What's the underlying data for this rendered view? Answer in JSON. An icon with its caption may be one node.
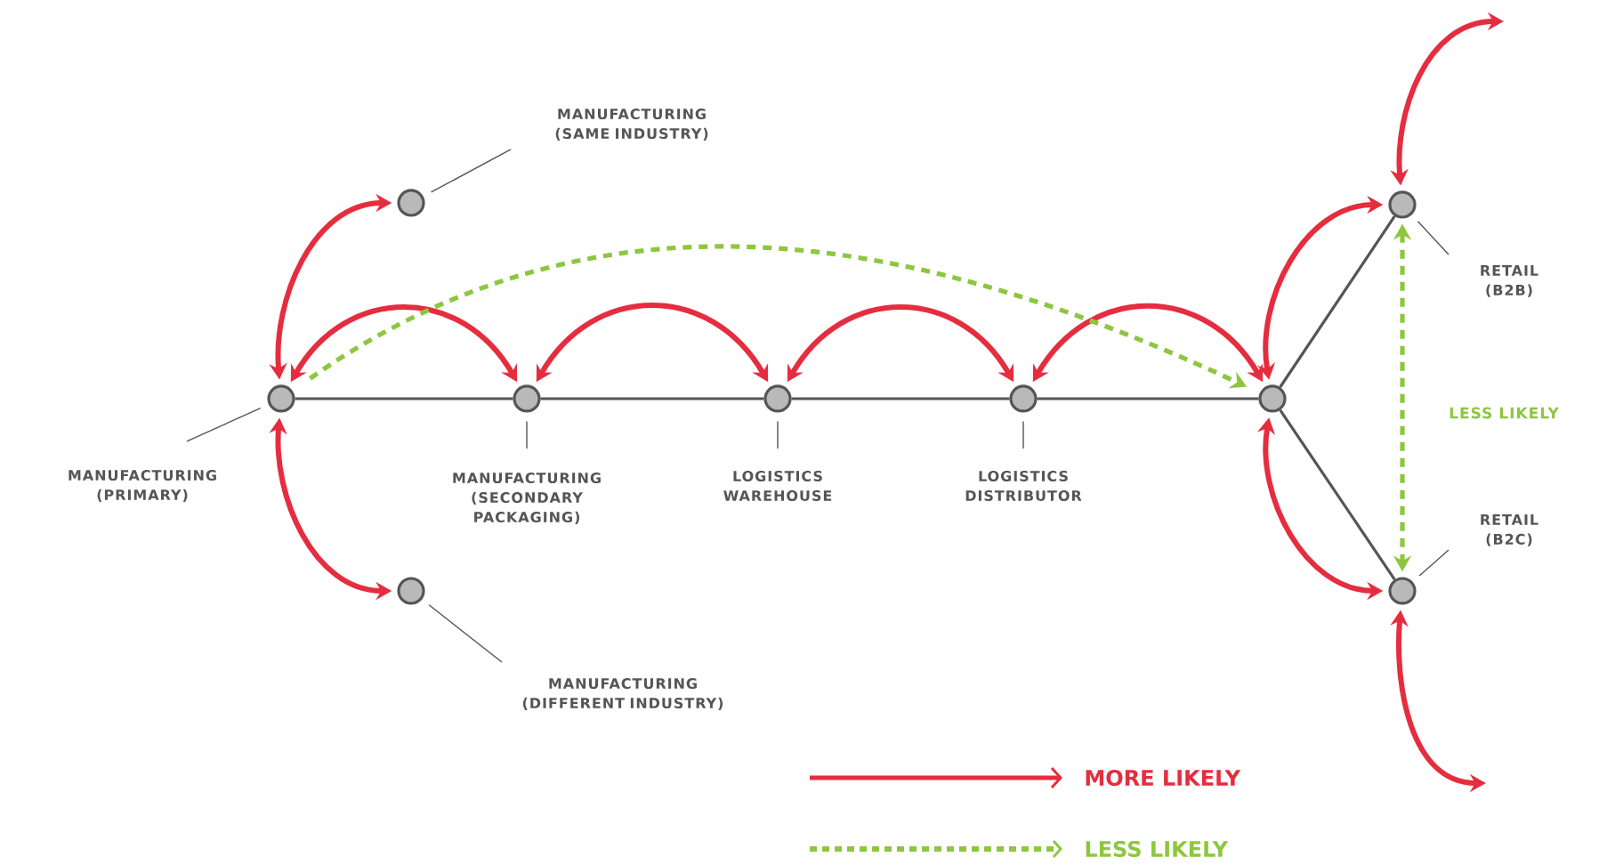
{
  "diagram": {
    "nodes": [
      {
        "text": [],
        "shape": "circle"
      },
      {
        "text": [],
        "shape": "circle"
      },
      {
        "text": [],
        "shape": "circle"
      },
      {
        "text": [],
        "shape": "circle"
      },
      {
        "text": [],
        "shape": "circle"
      },
      {
        "text": [],
        "shape": "circle"
      },
      {
        "text": [],
        "shape": "circle"
      },
      {
        "text": [],
        "shape": "circle"
      },
      {
        "text": [],
        "shape": "circle"
      },
      {
        "text": [
          "MANUFACTURING (SAME INDUSTRY)"
        ]
      },
      {
        "text": [
          "MANUFACTURING (PRIMARY)"
        ]
      },
      {
        "text": [
          "MANUFACTURING (SECONDARY PACKAGING)"
        ]
      },
      {
        "text": [
          "LOGISTICS WAREHOUSE"
        ]
      },
      {
        "text": [
          "LOGISTICS DISTRIBUTOR"
        ]
      },
      {
        "text": [
          "RETAIL (B2B)"
        ]
      },
      {
        "text": [
          "RETAIL (B2C)"
        ]
      },
      {
        "text": [
          "MANUFACTURING (DIFFERENT INDUSTRY)"
        ]
      }
    ],
    "edges": [
      {
        "from": 0,
        "to": 3,
        "arrow": "none"
      },
      {
        "from": 3,
        "to": 4,
        "arrow": "none"
      },
      {
        "from": 4,
        "to": 5,
        "arrow": "none"
      },
      {
        "from": 5,
        "to": 6,
        "arrow": "none"
      },
      {
        "from": 6,
        "to": 7,
        "arrow": "none"
      },
      {
        "from": 6,
        "to": 8,
        "arrow": "none"
      },
      {
        "from": 0,
        "to": 1,
        "arrow": "both",
        "color": "#e52d3f"
      },
      {
        "from": 0,
        "to": 2,
        "arrow": "both",
        "color": "#e52d3f"
      },
      {
        "from": 0,
        "to": 3,
        "arrow": "both",
        "color": "#e52d3f"
      },
      {
        "from": 3,
        "to": 4,
        "arrow": "both",
        "color": "#e52d3f"
      },
      {
        "from": 4,
        "to": 5,
        "arrow": "both",
        "color": "#e52d3f"
      },
      {
        "from": 5,
        "to": 6,
        "arrow": "both",
        "color": "#e52d3f"
      },
      {
        "from": 6,
        "to": 7,
        "arrow": "both",
        "color": "#e52d3f"
      },
      {
        "from": 6,
        "to": 8,
        "arrow": "both",
        "color": "#e52d3f"
      },
      {
        "from": 7,
        "to": null,
        "arrow": "both",
        "color": "#e52d3f"
      },
      {
        "from": 8,
        "to": null,
        "arrow": "both",
        "color": "#e52d3f"
      },
      {
        "from": 0,
        "to": 6,
        "arrow": "to",
        "style": "dashed",
        "color": "#8dc63f"
      },
      {
        "from": 7,
        "to": 8,
        "arrow": "both",
        "style": "dashed",
        "color": "#8dc63f",
        "label": "LESS LIKELY"
      },
      {
        "from": 9,
        "to": 1,
        "arrow": "none"
      },
      {
        "from": 10,
        "to": 0,
        "arrow": "none"
      },
      {
        "from": 11,
        "to": 3,
        "arrow": "none"
      },
      {
        "from": 12,
        "to": 4,
        "arrow": "none"
      },
      {
        "from": 13,
        "to": 5,
        "arrow": "none"
      },
      {
        "from": 14,
        "to": 7,
        "arrow": "none"
      },
      {
        "from": 15,
        "to": 8,
        "arrow": "none"
      },
      {
        "from": 16,
        "to": 2,
        "arrow": "none"
      }
    ],
    "legend": [
      {
        "text": "MORE LIKELY"
      },
      {
        "text": "LESS LIKELY"
      }
    ]
  }
}
